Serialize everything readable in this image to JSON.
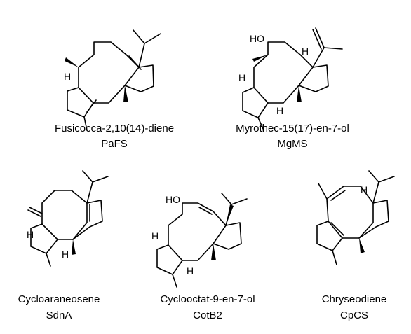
{
  "structures": [
    {
      "name": "Fusicocca-2,10(14)-diene",
      "enzyme": "PaFS",
      "atoms": [
        "H"
      ]
    },
    {
      "name": "Myrothec-15(17)-en-7-ol",
      "enzyme": "MgMS",
      "atoms": [
        "HO",
        "H",
        "H",
        "H"
      ]
    },
    {
      "name": "Cycloaraneosene",
      "enzyme": "SdnA",
      "atoms": [
        "H",
        "H"
      ]
    },
    {
      "name": "Cyclooctat-9-en-7-ol",
      "enzyme": "CotB2",
      "atoms": [
        "HO",
        "H",
        "H"
      ]
    },
    {
      "name": "Chryseodiene",
      "enzyme": "CpCS",
      "atoms": [
        "H"
      ]
    }
  ]
}
